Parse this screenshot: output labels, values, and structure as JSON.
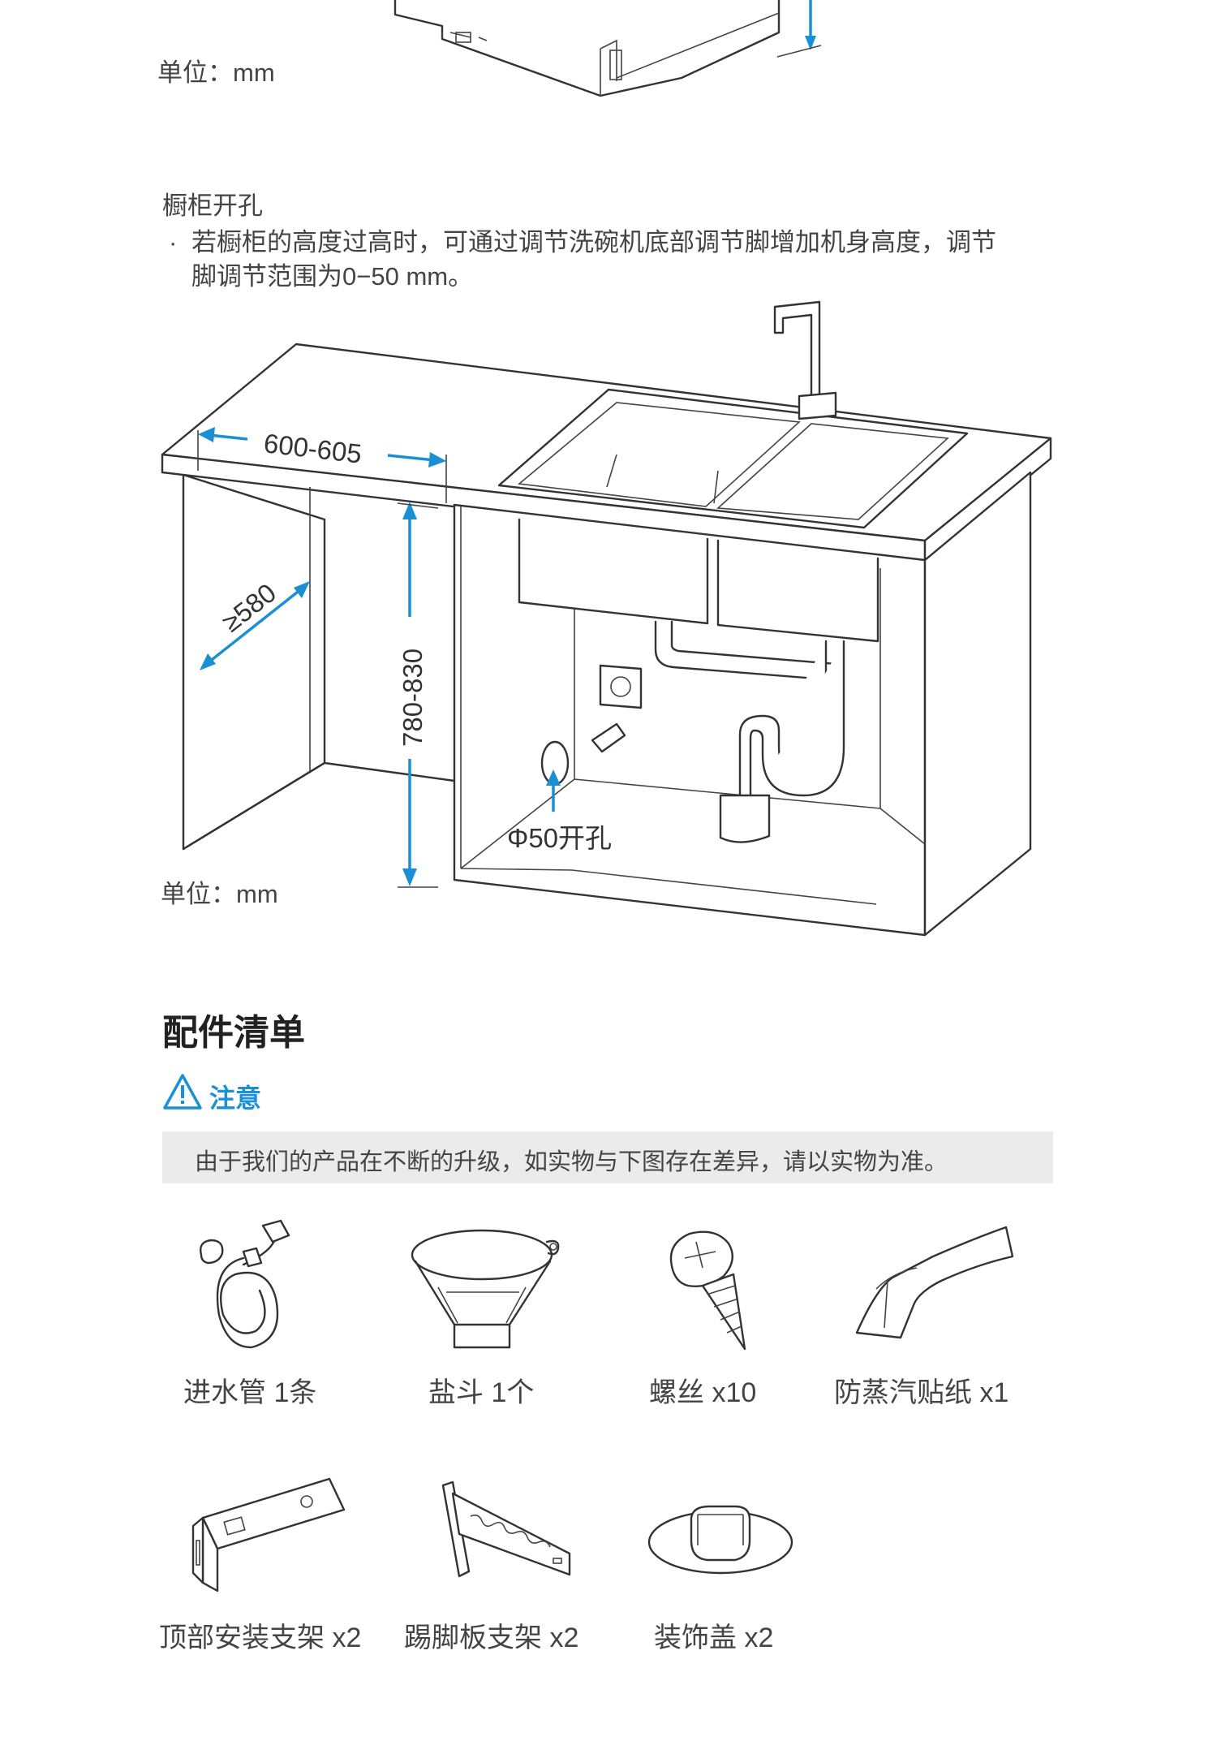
{
  "dishwasher_section": {
    "unit_label": "单位：mm"
  },
  "cabinet_section": {
    "title": "橱柜开孔",
    "bullet": "若橱柜的高度过高时，可通过调节洗碗机底部调节脚增加机身高度，调节",
    "bullet_cont": "脚调节范围为0−50 mm。",
    "dim_width": "600-605",
    "dim_depth": "≥580",
    "dim_height": "780-830",
    "hole_label": "Φ50开孔",
    "unit_label": "单位：mm"
  },
  "accessories": {
    "title": "配件清单",
    "notice_label": "注意",
    "notice_text": "由于我们的产品在不断的升级，如实物与下图存在差异，请以实物为准。",
    "items": [
      {
        "label": "进水管 1条",
        "icon": "inlet-hose-icon"
      },
      {
        "label": "盐斗 1个",
        "icon": "salt-funnel-icon"
      },
      {
        "label": "螺丝 x10",
        "icon": "screw-icon"
      },
      {
        "label": "防蒸汽贴纸 x1",
        "icon": "steam-sticker-icon"
      },
      {
        "label": "顶部安装支架 x2",
        "icon": "top-bracket-icon"
      },
      {
        "label": "踢脚板支架 x2",
        "icon": "kickboard-bracket-icon"
      },
      {
        "label": "装饰盖 x2",
        "icon": "decorative-cap-icon"
      }
    ]
  },
  "colors": {
    "accent": "#1a90d6",
    "notice_bg": "#ebebeb",
    "text": "#444444"
  }
}
